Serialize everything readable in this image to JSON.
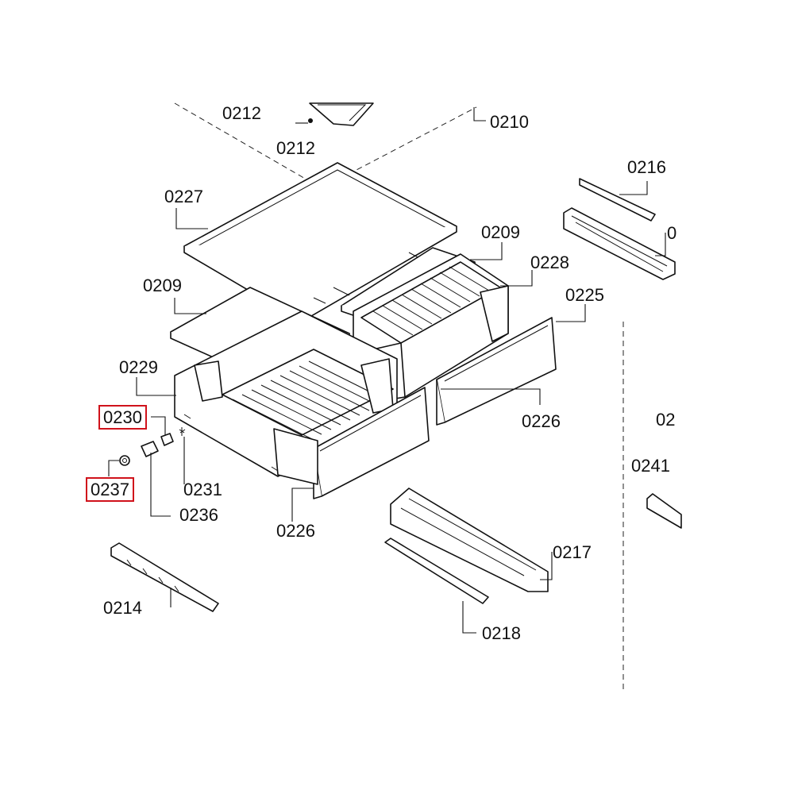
{
  "labels": {
    "p0210": "0210",
    "p0212a": "0212",
    "p0212b": "0212",
    "p0216": "0216",
    "p02xx_right": "0",
    "p0227": "0227",
    "p0209a": "0209",
    "p0209b": "0209",
    "p0228": "0228",
    "p0225": "0225",
    "p0229": "0229",
    "p0226a": "0226",
    "p0226b": "0226",
    "p0230": "0230",
    "p0231": "0231",
    "p0237": "0237",
    "p0236": "0236",
    "p0241": "0241",
    "p02_right": "02",
    "p0217": "0217",
    "p0214": "0214",
    "p0218": "0218"
  },
  "highlight_color": "#d0121b"
}
